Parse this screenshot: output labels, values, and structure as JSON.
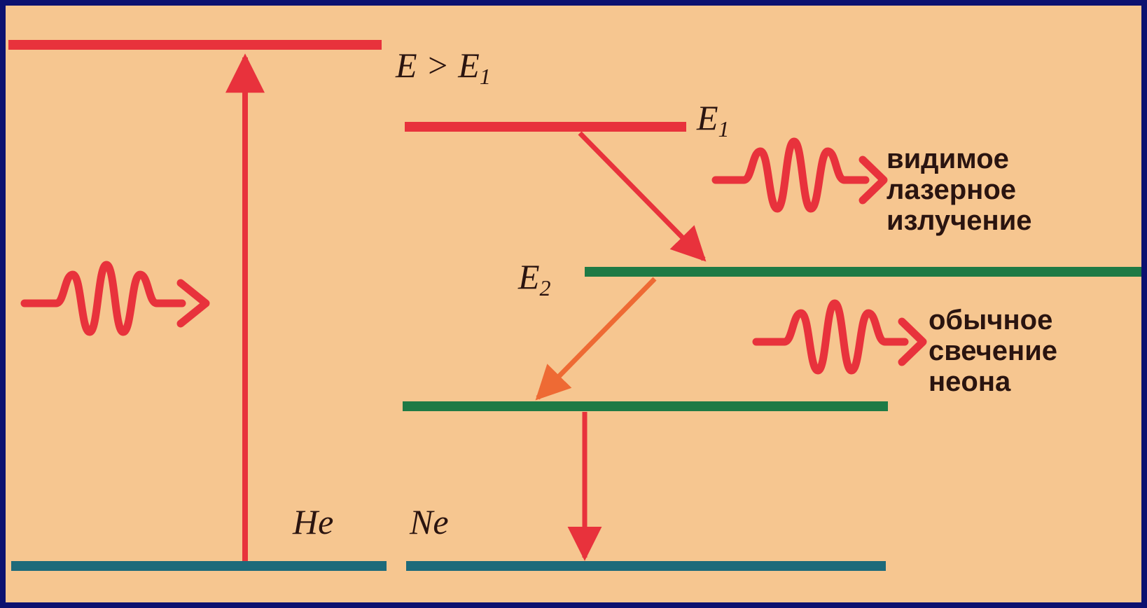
{
  "title": "",
  "colors": {
    "frame": "#0c1170",
    "background": "#f6c690",
    "excited_level": "#e8323c",
    "neon_level": "#1f7a45",
    "ground_level": "#1d6a7a",
    "arrow": "#e8323c",
    "arrow_orange": "#ee6a34",
    "text": "#2a1410"
  },
  "labels": {
    "he_excited": {
      "base": "E > E",
      "sub": "1"
    },
    "e1": {
      "base": "E",
      "sub": "1"
    },
    "e2": {
      "base": "E",
      "sub": "2"
    },
    "he": "He",
    "ne": "Ne"
  },
  "captions": {
    "laser": [
      "видимое",
      "лазерное",
      "излучение"
    ],
    "glow": [
      "обычное",
      "свечение",
      "неона"
    ]
  },
  "icons": {
    "incoming_photon": "wavy-arrow",
    "laser_photon": "wavy-arrow",
    "glow_photon": "wavy-arrow"
  }
}
